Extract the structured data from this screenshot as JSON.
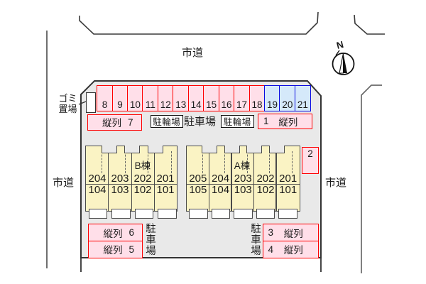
{
  "site_plan": {
    "roads": {
      "top": "市道",
      "left": "市道",
      "right": "市道"
    },
    "compass": {
      "north": "N"
    },
    "garbage": {
      "line1": "ゴミ",
      "line2": "置場"
    },
    "facilities": {
      "bicycle_left": "駐輪場",
      "parking_top": "駐車場",
      "bicycle_right": "駐輪場",
      "parking_bottom_left": "駐車場",
      "parking_bottom_right": "駐車場"
    },
    "stalls": [
      {
        "number": "8",
        "color": "pink"
      },
      {
        "number": "9",
        "color": "pink"
      },
      {
        "number": "10",
        "color": "pink"
      },
      {
        "number": "11",
        "color": "pink"
      },
      {
        "number": "12",
        "color": "pink"
      },
      {
        "number": "13",
        "color": "pink"
      },
      {
        "number": "14",
        "color": "pink"
      },
      {
        "number": "15",
        "color": "pink"
      },
      {
        "number": "16",
        "color": "pink"
      },
      {
        "number": "17",
        "color": "pink"
      },
      {
        "number": "18",
        "color": "pink"
      },
      {
        "number": "19",
        "color": "blue"
      },
      {
        "number": "20",
        "color": "blue"
      },
      {
        "number": "21",
        "color": "blue"
      }
    ],
    "tandem_zones": {
      "z7": {
        "label": "縦列",
        "number": "7"
      },
      "z1": {
        "number": "1",
        "label": "縦列"
      },
      "z2": {
        "number": "2"
      },
      "z6": {
        "label": "縦列",
        "number": "6"
      },
      "z5": {
        "label": "縦列",
        "number": "5"
      },
      "z3": {
        "number": "3",
        "label": "縦列"
      },
      "z4": {
        "number": "4",
        "label": "縦列"
      }
    },
    "buildings": {
      "b": {
        "name": "B棟",
        "upper": [
          "204",
          "203",
          "202",
          "201"
        ],
        "lower": [
          "104",
          "103",
          "102",
          "101"
        ]
      },
      "a": {
        "name": "A棟",
        "upper": [
          "205",
          "204",
          "203",
          "202",
          "201"
        ],
        "lower": [
          "105",
          "104",
          "103",
          "102",
          "101"
        ]
      }
    },
    "colors": {
      "stall_pink": "#ffdfe9",
      "stall_pink_border": "#ff0000",
      "stall_blue": "#d5e9fa",
      "stall_blue_border": "#0a0ae0",
      "building_fill": "#faf3c4",
      "parcel_fill": "#e9e9e9"
    }
  }
}
